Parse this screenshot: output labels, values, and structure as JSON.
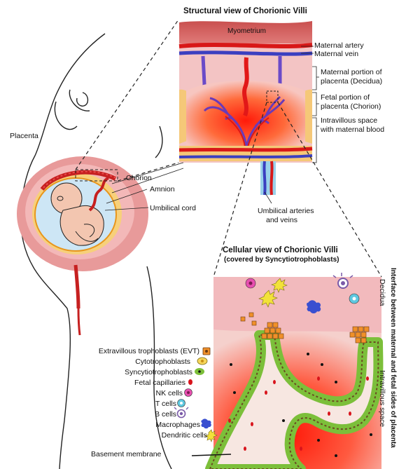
{
  "structural": {
    "title": "Structural view of Chorionic Villi",
    "myometrium": "Myometrium",
    "maternal_artery": "Maternal artery",
    "maternal_vein": "Maternal vein",
    "maternal_portion_l1": "Maternal portion of",
    "maternal_portion_l2": "placenta (Decidua)",
    "fetal_portion_l1": "Fetal portion of",
    "fetal_portion_l2": "placenta (Chorion)",
    "intervillous_l1": "Intravillous space",
    "intervillous_l2": "with maternal blood"
  },
  "body": {
    "placenta": "Placenta",
    "chorion": "Chorion",
    "amnion": "Amnion",
    "umbilical_cord": "Umbilical cord",
    "umbilical_av_l1": "Umbilical arteries",
    "umbilical_av_l2": "and veins"
  },
  "cellular": {
    "title_l1": "Cellular view of Chorionic Villi",
    "title_l2": "(covered by Syncytiotrophoblasts)",
    "decidua": "Decidua",
    "intravillous_space": "Intravillous space",
    "interface": "Interface between maternal and fetal sides of placenta",
    "basement_membrane": "Basement membrane"
  },
  "legend": [
    {
      "label": "Extravillous trophoblasts (EVT)",
      "icon": "evt-icon",
      "color": "#f0902a"
    },
    {
      "label": "Cytotrophoblasts",
      "icon": "cytotrophoblast-icon",
      "color": "#f7d65a"
    },
    {
      "label": "Syncytiotrophoblasts",
      "icon": "syncytiotrophoblast-icon",
      "color": "#7cbf3a"
    },
    {
      "label": "Fetal capillaries",
      "icon": "fetal-capillary-icon",
      "color": "#d8141c"
    },
    {
      "label": "NK cells",
      "icon": "nk-cell-icon",
      "color": "#e84fb0"
    },
    {
      "label": "T cells",
      "icon": "t-cell-icon",
      "color": "#5fc8e0"
    },
    {
      "label": "B cells",
      "icon": "b-cell-icon",
      "color": "#7a5aa8"
    },
    {
      "label": "Macrophages",
      "icon": "macrophage-icon",
      "color": "#3a4fd0"
    },
    {
      "label": "Dendritic cells",
      "icon": "dendritic-cell-icon",
      "color": "#f2e23a"
    }
  ]
}
